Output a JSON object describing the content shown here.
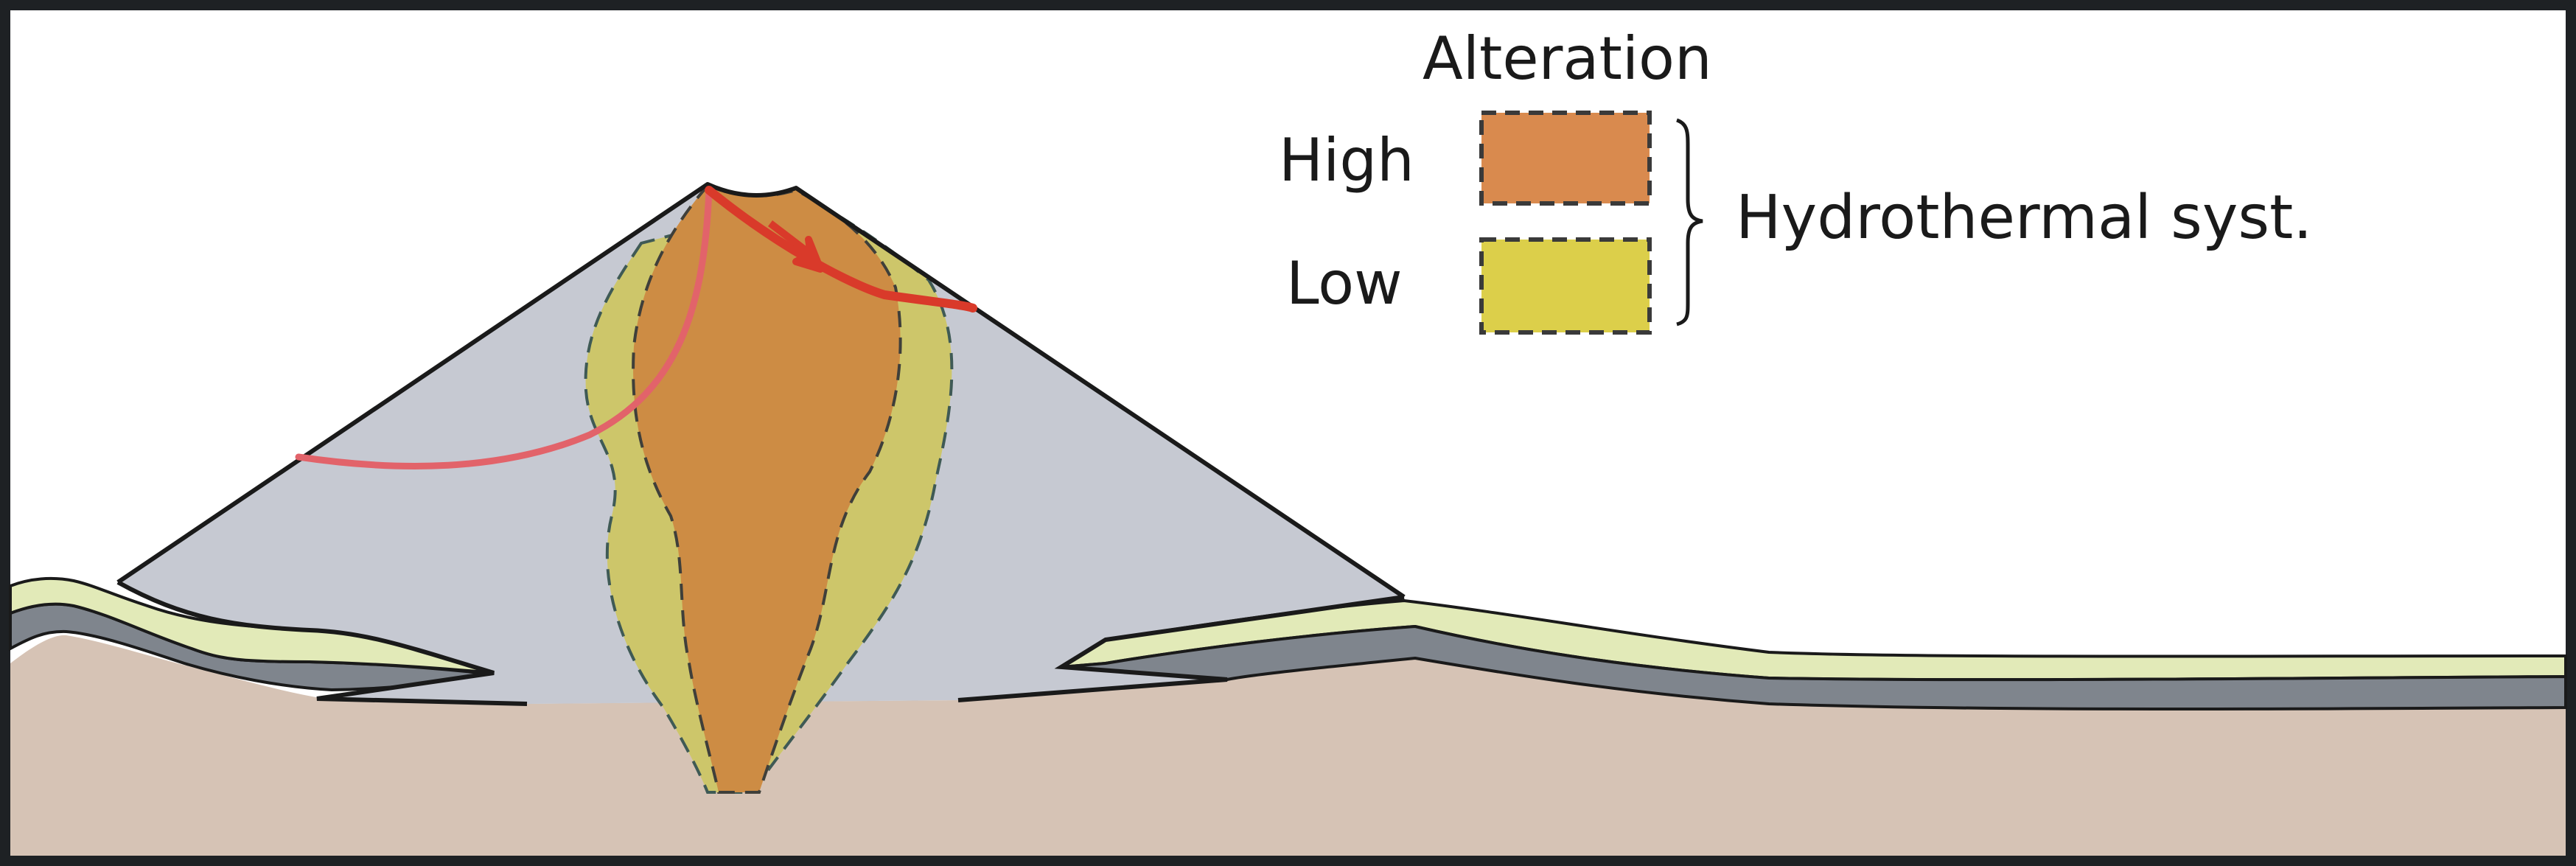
{
  "figure": {
    "type": "geological cross-section",
    "subject": "Volcanic edifice with hydrothermal alteration zones"
  },
  "legend": {
    "title": "Alteration",
    "items": [
      {
        "label": "High",
        "color": "#d98a4e",
        "border": "dashed #3a3a3a"
      },
      {
        "label": "Low",
        "color": "#dccf4a",
        "border": "dashed #3a3a3a"
      }
    ],
    "group_label": "Hydrothermal syst."
  },
  "colors": {
    "frame": "#1e2124",
    "background": "#ffffff",
    "volcano_edifice": "#c6c9d2",
    "high_alteration_core": "#cd8c44",
    "low_alteration_halo": "#cdc66a",
    "sediment_layer_top": "#e2eab8",
    "sediment_layer_gray": "#7f858d",
    "basement": "#d6c3b5",
    "fault_primary": "#d93a2a",
    "fault_secondary": "#e2636a",
    "outline": "#1a1a1a"
  }
}
